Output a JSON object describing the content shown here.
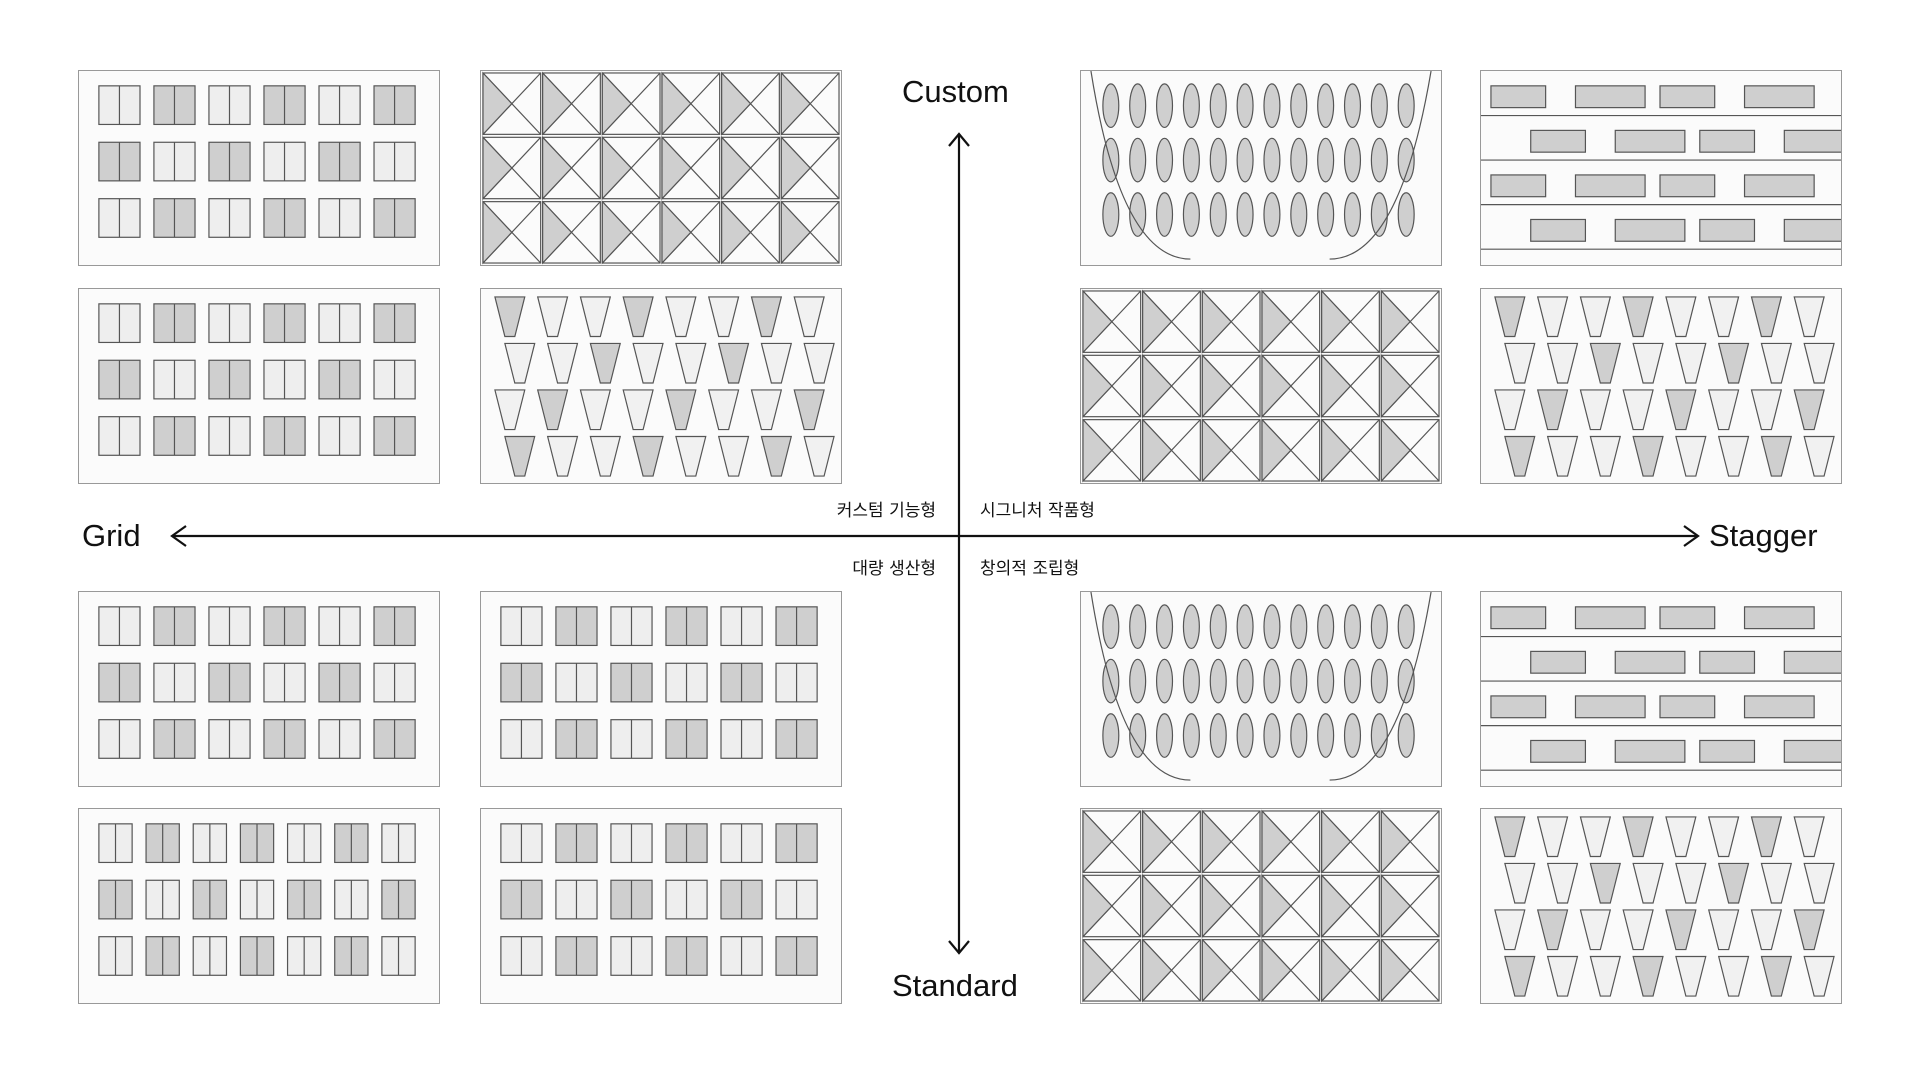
{
  "axes": {
    "top": "Custom",
    "bottom": "Standard",
    "left": "Grid",
    "right": "Stagger"
  },
  "quadrants": {
    "top_left": "커스텀 기능형",
    "top_right": "시그니처 작품형",
    "bottom_left": "대량 생산형",
    "bottom_right": "창의적 조립형"
  },
  "panels": [
    {
      "quadrant": "top_left",
      "style": "tilted-windows"
    },
    {
      "quadrant": "top_left",
      "style": "x-panels"
    },
    {
      "quadrant": "top_left",
      "style": "framed-bays"
    },
    {
      "quadrant": "top_left",
      "style": "folded-fins"
    },
    {
      "quadrant": "top_right",
      "style": "organic-pods"
    },
    {
      "quadrant": "top_right",
      "style": "wavy-balconies"
    },
    {
      "quadrant": "top_right",
      "style": "pyramidal-panels"
    },
    {
      "quadrant": "top_right",
      "style": "zigzag-fins"
    },
    {
      "quadrant": "bottom_left",
      "style": "regular-grid"
    },
    {
      "quadrant": "bottom_left",
      "style": "brick-grid"
    },
    {
      "quadrant": "bottom_left",
      "style": "deep-grid"
    },
    {
      "quadrant": "bottom_left",
      "style": "stepped-blocks"
    },
    {
      "quadrant": "bottom_right",
      "style": "angled-hoods"
    },
    {
      "quadrant": "bottom_right",
      "style": "shifted-bands"
    },
    {
      "quadrant": "bottom_right",
      "style": "woven-grid"
    },
    {
      "quadrant": "bottom_right",
      "style": "staggered-slots"
    }
  ]
}
